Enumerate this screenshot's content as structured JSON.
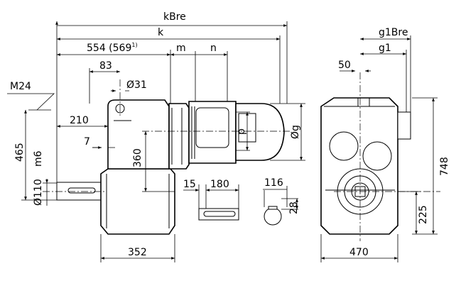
{
  "dimensions": {
    "kBre": "kBre",
    "k": "k",
    "d554": "554 (569",
    "d554_sup": "1)",
    "d554_close": ")",
    "m": "m",
    "n": "n",
    "d83": "83",
    "d31": "Ø31",
    "M24": "M24",
    "d210": "210",
    "d465": "465",
    "m6": "m6",
    "d7": "7",
    "d360": "360",
    "d110": "Ø110",
    "d15": "15",
    "d180": "180",
    "d116": "116",
    "d28": "28",
    "d352": "352",
    "p": "p",
    "g": "Øg",
    "g1Bre": "g1Bre",
    "g1": "g1",
    "d50": "50",
    "d748": "748",
    "d225": "225",
    "d470": "470"
  }
}
